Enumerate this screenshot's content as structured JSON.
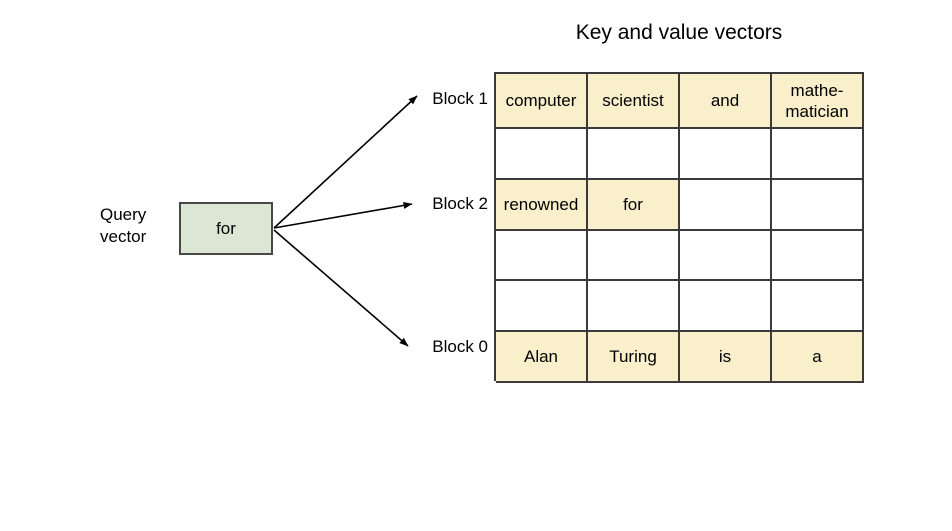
{
  "diagram": {
    "title": "Key and value vectors",
    "query": {
      "label_line1": "Query",
      "label_line2": "vector",
      "label": "Query\nvector",
      "token": "for",
      "fill_color": "#dbe7d4",
      "border_color": "#484848"
    },
    "block_labels": [
      {
        "id": "block-1",
        "text": "Block 1"
      },
      {
        "id": "block-2",
        "text": "Block 2"
      },
      {
        "id": "block-0",
        "text": "Block 0"
      }
    ],
    "arrows": [
      {
        "from": "query-vector",
        "to": "block-1"
      },
      {
        "from": "query-vector",
        "to": "block-2"
      },
      {
        "from": "query-vector",
        "to": "block-0"
      }
    ],
    "grid": {
      "rows": 6,
      "cols": 4,
      "filled_color": "#faefcb",
      "empty_color": "#ffffff",
      "border_color": "#3a3a3a",
      "cells": [
        [
          {
            "text": "computer",
            "filled": true
          },
          {
            "text": "scientist",
            "filled": true
          },
          {
            "text": "and",
            "filled": true
          },
          {
            "text": "mathe-\nmatician",
            "filled": true
          }
        ],
        [
          {
            "text": "",
            "filled": false
          },
          {
            "text": "",
            "filled": false
          },
          {
            "text": "",
            "filled": false
          },
          {
            "text": "",
            "filled": false
          }
        ],
        [
          {
            "text": "renowned",
            "filled": true
          },
          {
            "text": "for",
            "filled": true
          },
          {
            "text": "",
            "filled": false
          },
          {
            "text": "",
            "filled": false
          }
        ],
        [
          {
            "text": "",
            "filled": false
          },
          {
            "text": "",
            "filled": false
          },
          {
            "text": "",
            "filled": false
          },
          {
            "text": "",
            "filled": false
          }
        ],
        [
          {
            "text": "",
            "filled": false
          },
          {
            "text": "",
            "filled": false
          },
          {
            "text": "",
            "filled": false
          },
          {
            "text": "",
            "filled": false
          }
        ],
        [
          {
            "text": "Alan",
            "filled": true
          },
          {
            "text": "Turing",
            "filled": true
          },
          {
            "text": "is",
            "filled": true
          },
          {
            "text": "a",
            "filled": true
          }
        ]
      ]
    }
  }
}
